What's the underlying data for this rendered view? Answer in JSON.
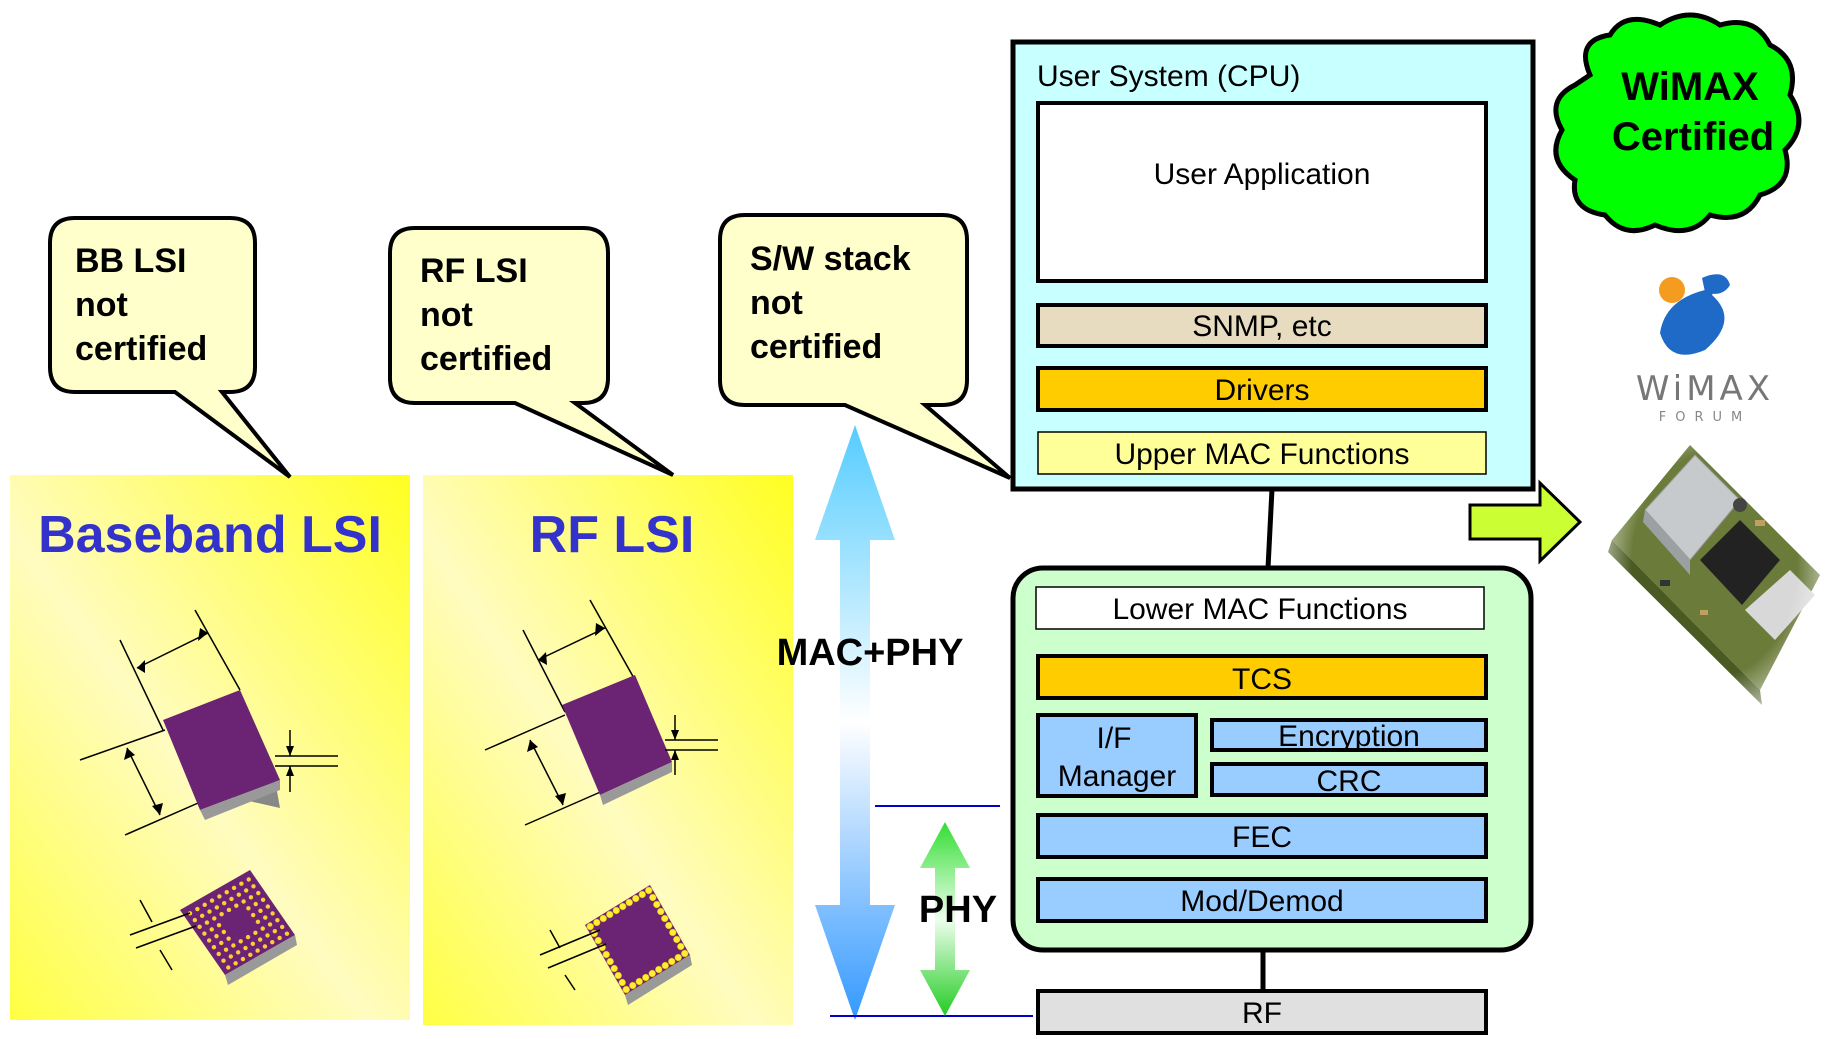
{
  "callouts": {
    "bb": [
      "BB LSI",
      "not",
      "certified"
    ],
    "rf": [
      "RF LSI",
      "not",
      "certified"
    ],
    "sw": [
      "S/W stack",
      "not",
      "certified"
    ]
  },
  "panels": {
    "baseband_title": "Baseband LSI",
    "rf_title": "RF LSI"
  },
  "arrows": {
    "mac_phy": "MAC+PHY",
    "phy": "PHY"
  },
  "user_system": {
    "title": "User System (CPU)",
    "application": "User Application",
    "snmp": "SNMP, etc",
    "drivers": "Drivers",
    "upper_mac": "Upper MAC Functions"
  },
  "lower_block": {
    "lower_mac": "Lower MAC Functions",
    "tcs": "TCS",
    "if_manager": [
      "I/F",
      "Manager"
    ],
    "encryption": "Encryption",
    "crc": "CRC",
    "fec": "FEC",
    "mod_demod": "Mod/Demod"
  },
  "rf_box": "RF",
  "badge": [
    "WiMAX",
    "Certified"
  ],
  "logo": {
    "word": "WiMAX",
    "sub": "FORUM"
  },
  "colors": {
    "user_system_bg": "#c8ffff",
    "lower_block_bg": "#ccffcc",
    "drivers": "#ffcc00",
    "tcs": "#ffcc00",
    "upper_mac": "#ffff99",
    "snmp": "#e8dcc0",
    "blue_block": "#99ccff",
    "rf_box": "#e0e0e0",
    "callout": "#ffffcc",
    "panel_yellow": "#ffff33",
    "title_blue": "#3333cc",
    "chip_purple": "#6b2473",
    "badge_green": "#00ff00"
  }
}
